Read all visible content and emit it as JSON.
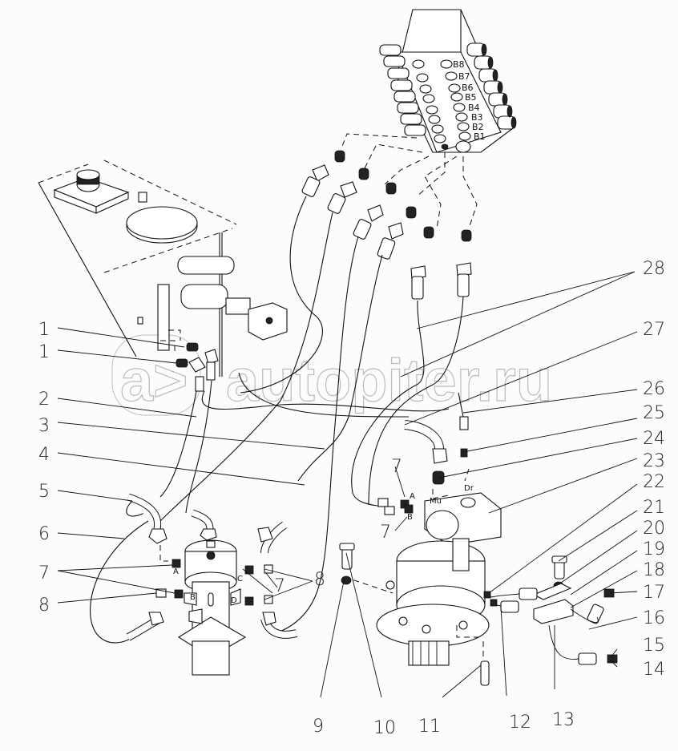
{
  "diagram": {
    "type": "exploded parts diagram - hydraulic swing motor piping",
    "watermark": "autopiter.ru",
    "watermark_logo": "a>",
    "valve_ports": [
      "B8",
      "B7",
      "B6",
      "B5",
      "B4",
      "B3",
      "B2",
      "B1"
    ],
    "swivel_ports": [
      "A",
      "B",
      "C",
      "D"
    ],
    "motor_ports": {
      "A": "A",
      "B": "B",
      "Mu": "Mu",
      "Dr": "Dr"
    },
    "callouts": {
      "c1a": "1",
      "c1b": "1",
      "c2": "2",
      "c3": "3",
      "c4": "4",
      "c5": "5",
      "c6": "6",
      "c7a": "7",
      "c8a": "8",
      "c7b": "7",
      "c8b": "8",
      "c7c": "7",
      "c7d": "7",
      "c9": "9",
      "c10": "10",
      "c11": "11",
      "c12": "12",
      "c13": "13",
      "c14": "14",
      "c15": "15",
      "c16": "16",
      "c17": "17",
      "c18": "18",
      "c19": "19",
      "c20": "20",
      "c21": "21",
      "c22": "22",
      "c23": "23",
      "c24": "24",
      "c25": "25",
      "c26": "26",
      "c27": "27",
      "c28": "28"
    }
  }
}
